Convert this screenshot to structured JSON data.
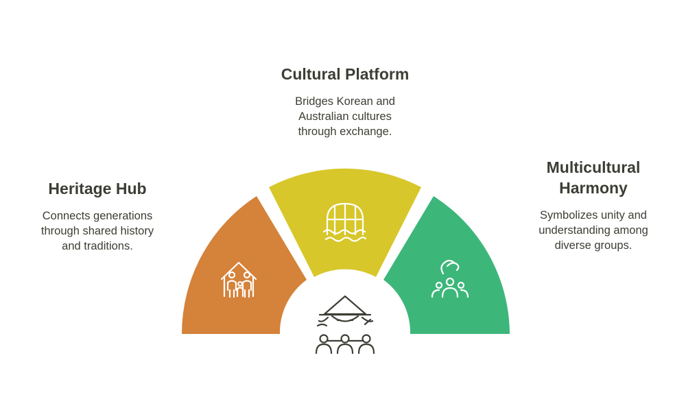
{
  "sections": {
    "heritage": {
      "title": "Heritage Hub",
      "desc_lines": [
        "Connects generations",
        "through shared history",
        "and traditions."
      ],
      "color": "#D5823A",
      "icon": "family-house-icon"
    },
    "cultural": {
      "title": "Cultural Platform",
      "desc_lines": [
        "Bridges Korean and",
        "Australian cultures",
        "through exchange."
      ],
      "color": "#D7C72A",
      "icon": "opera-house-waves-icon"
    },
    "multicultural": {
      "title_lines": [
        "Multicultural",
        "Harmony"
      ],
      "desc_lines": [
        "Symbolizes unity and",
        "understanding among",
        "diverse groups."
      ],
      "color": "#3DB67A",
      "icon": "group-people-icon"
    },
    "center": {
      "icon": "korean-hat-community-icon"
    }
  }
}
